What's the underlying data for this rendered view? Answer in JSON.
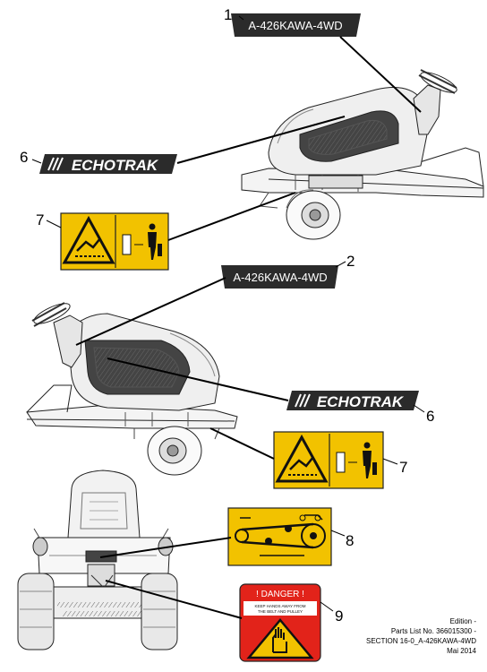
{
  "callouts": {
    "c1": "1",
    "c2": "2",
    "c6a": "6",
    "c6b": "6",
    "c7a": "7",
    "c7b": "7",
    "c8": "8",
    "c9": "9"
  },
  "decals": {
    "model_label": "A-426KAWA-4WD",
    "brand_label": "ECHOTRAK",
    "danger_title": "! DANGER !",
    "danger_line1": "KEEP HANDS AWAY FROM",
    "danger_line2": "THE BELT AND PULLEY"
  },
  "footer": {
    "line1": "Edition -",
    "line2": "Parts List No. 366015300 -",
    "line3": "SECTION 16-0_A-426KAWA-4WD",
    "line4": "Mai 2014"
  },
  "colors": {
    "warning_yellow": "#f2c200",
    "danger_red": "#e2231a",
    "decal_dark": "#2b2b2b"
  }
}
